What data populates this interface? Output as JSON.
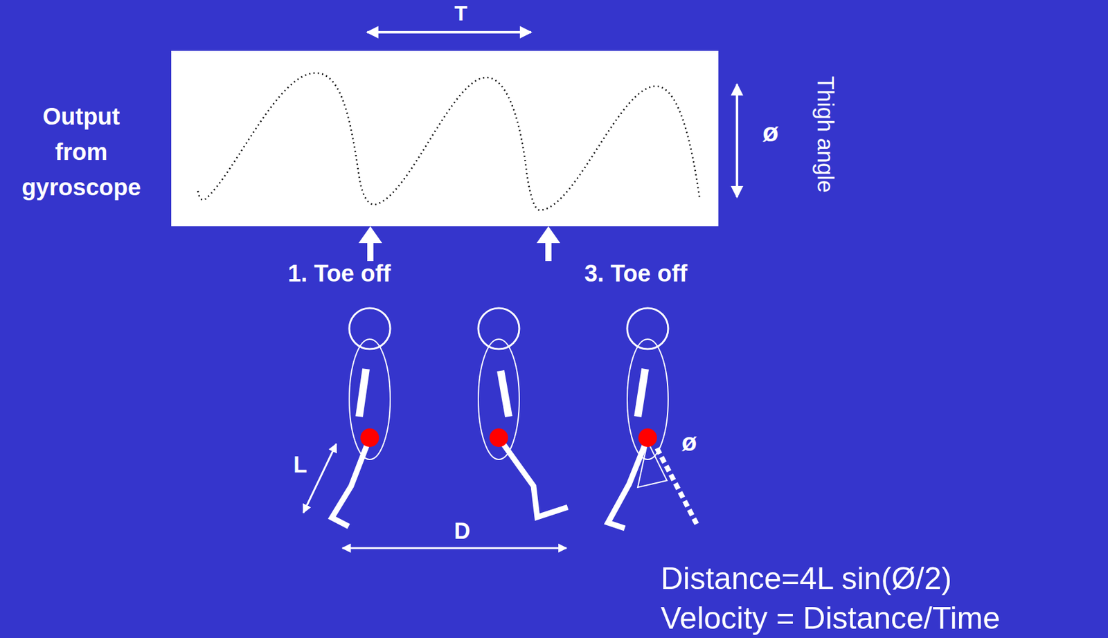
{
  "diagram": {
    "labels": [
      "T",
      "Output from gyroscope",
      "Thigh angle",
      "ø",
      "1. Toe off",
      "3. Toe off",
      "L",
      "D",
      "ø",
      "Distance=4L sin(Ø/2)",
      "Velocity = Distance/Time"
    ]
  }
}
